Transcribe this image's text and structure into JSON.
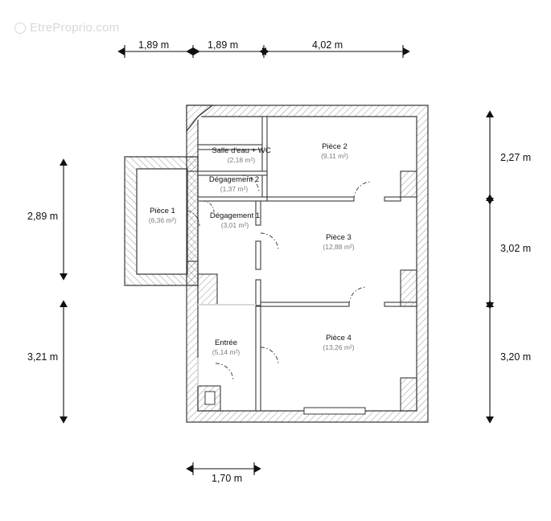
{
  "watermark": {
    "text": "EtreProprio.com",
    "icon": "copyright-icon"
  },
  "dimensions": {
    "top": [
      {
        "value": "1,89 m"
      },
      {
        "value": "1,89 m"
      },
      {
        "value": "4,02 m"
      }
    ],
    "left": [
      {
        "value": "2,89 m"
      },
      {
        "value": "3,21 m"
      }
    ],
    "right": [
      {
        "value": "2,27 m"
      },
      {
        "value": "3,02 m"
      },
      {
        "value": "3,20 m"
      }
    ],
    "bottom": [
      {
        "value": "1,70 m"
      }
    ]
  },
  "rooms": [
    {
      "name": "Salle d'eau + WC",
      "area": "(2,18 m²)"
    },
    {
      "name": "Pièce 2",
      "area": "(9,11 m²)"
    },
    {
      "name": "Dégagement 2",
      "area": "(1,37 m²)"
    },
    {
      "name": "Pièce 1",
      "area": "(6,36 m²)"
    },
    {
      "name": "Dégagement 1",
      "area": "(3,01 m²)"
    },
    {
      "name": "Pièce 3",
      "area": "(12,88 m²)"
    },
    {
      "name": "Entrée",
      "area": "(5,14 m²)"
    },
    {
      "name": "Pièce 4",
      "area": "(13,26 m²)"
    }
  ],
  "colors": {
    "wall": "#3a3a3a",
    "hatch": "#8a8a8a",
    "text": "#111111",
    "area_text": "#7d7d7d",
    "watermark": "#d8d8d8",
    "background": "#ffffff"
  }
}
